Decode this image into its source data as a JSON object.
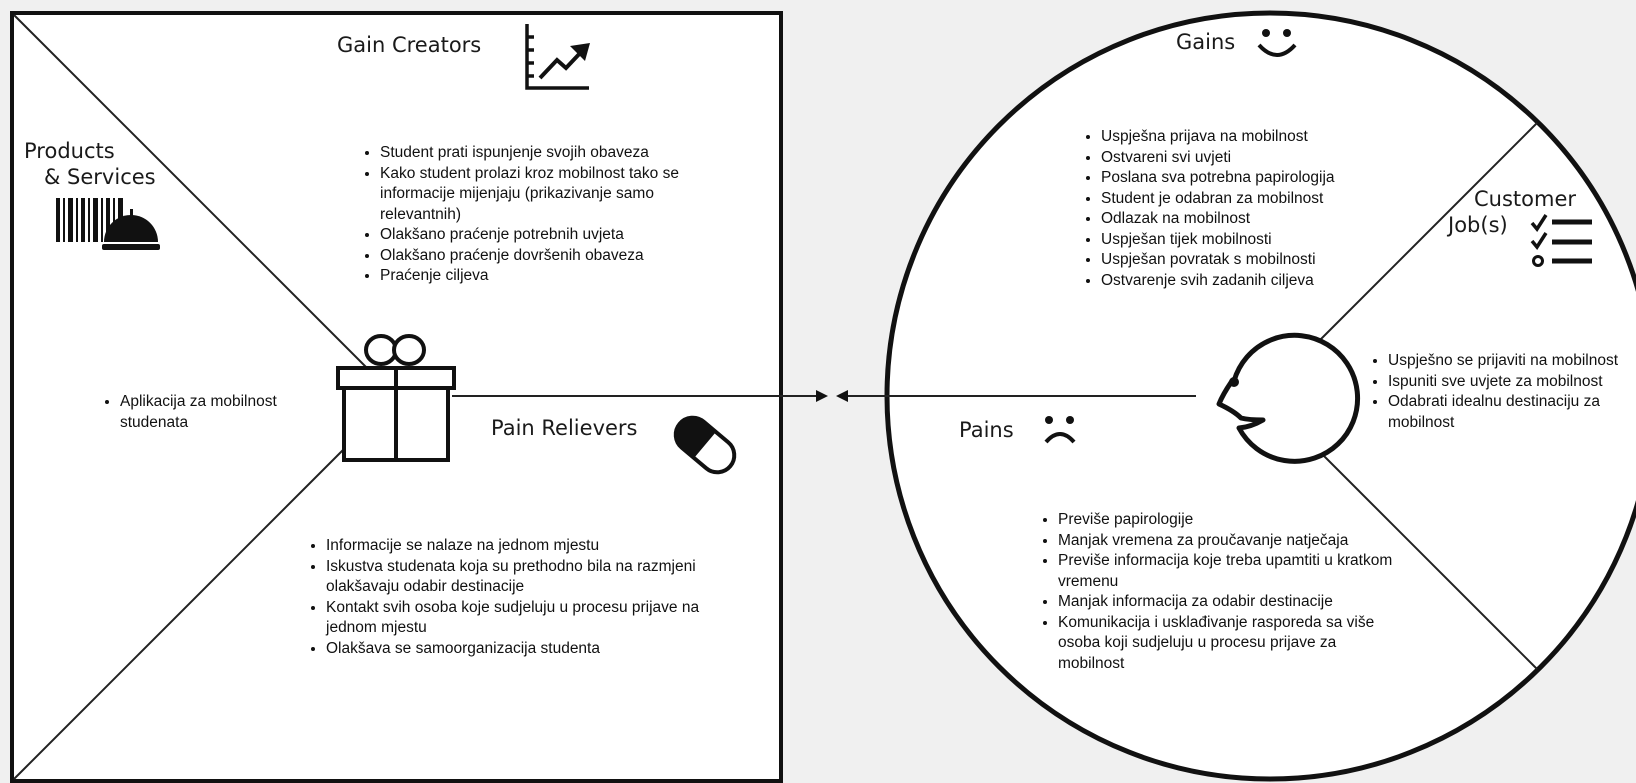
{
  "product_map": {
    "products_services": {
      "title_line1": "Products",
      "title_line2": "& Services",
      "items": [
        "Aplikacija za mobilnost studenata"
      ]
    },
    "gain_creators": {
      "title": "Gain Creators",
      "items": [
        "Student prati ispunjenje svojih obaveza",
        "Kako student prolazi kroz mobilnost tako se informacije mijenjaju (prikazivanje samo relevantnih)",
        "Olakšano praćenje potrebnih uvjeta",
        "Olakšano praćenje dovršenih obaveza",
        "Praćenje ciljeva"
      ]
    },
    "pain_relievers": {
      "title": "Pain Relievers",
      "items": [
        "Informacije se nalaze na jednom mjestu",
        "Iskustva studenata koja su prethodno bila na razmjeni olakšavaju odabir destinacije",
        "Kontakt svih osoba koje sudjeluju u procesu prijave na jednom mjestu",
        "Olakšava se samoorganizacija studenta"
      ]
    }
  },
  "customer_profile": {
    "gains": {
      "title": "Gains",
      "items": [
        "Uspješna prijava na mobilnost",
        "Ostvareni svi uvjeti",
        "Poslana sva potrebna papirologija",
        "Student je odabran za mobilnost",
        "Odlazak na mobilnost",
        "Uspješan tijek mobilnosti",
        "Uspješan povratak s mobilnosti",
        "Ostvarenje svih zadanih ciljeva"
      ]
    },
    "customer_jobs": {
      "title_line1": "Customer",
      "title_line2": "Job(s)",
      "items": [
        "Uspješno se prijaviti na mobilnost",
        "Ispuniti sve uvjete za mobilnost",
        "Odabrati idealnu destinaciju za mobilnost"
      ]
    },
    "pains": {
      "title": "Pains",
      "items": [
        "Previše papirologije",
        "Manjak vremena za proučavanje natječaja",
        "Previše informacija koje treba upamtiti u kratkom vremenu",
        "Manjak informacija za odabir destinacije",
        "Komunikacija i usklađivanje rasporeda sa više osoba koji sudjeluju u procesu prijave za mobilnost"
      ]
    }
  },
  "icons": {
    "gain_creators": "chart-up-icon",
    "products_services": "barcode-service-bell-icon",
    "center": "gift-icon",
    "pain_relievers": "pill-icon",
    "gains": "smile-icon",
    "pains": "frown-icon",
    "customer_jobs": "checklist-icon",
    "customer": "face-icon"
  }
}
